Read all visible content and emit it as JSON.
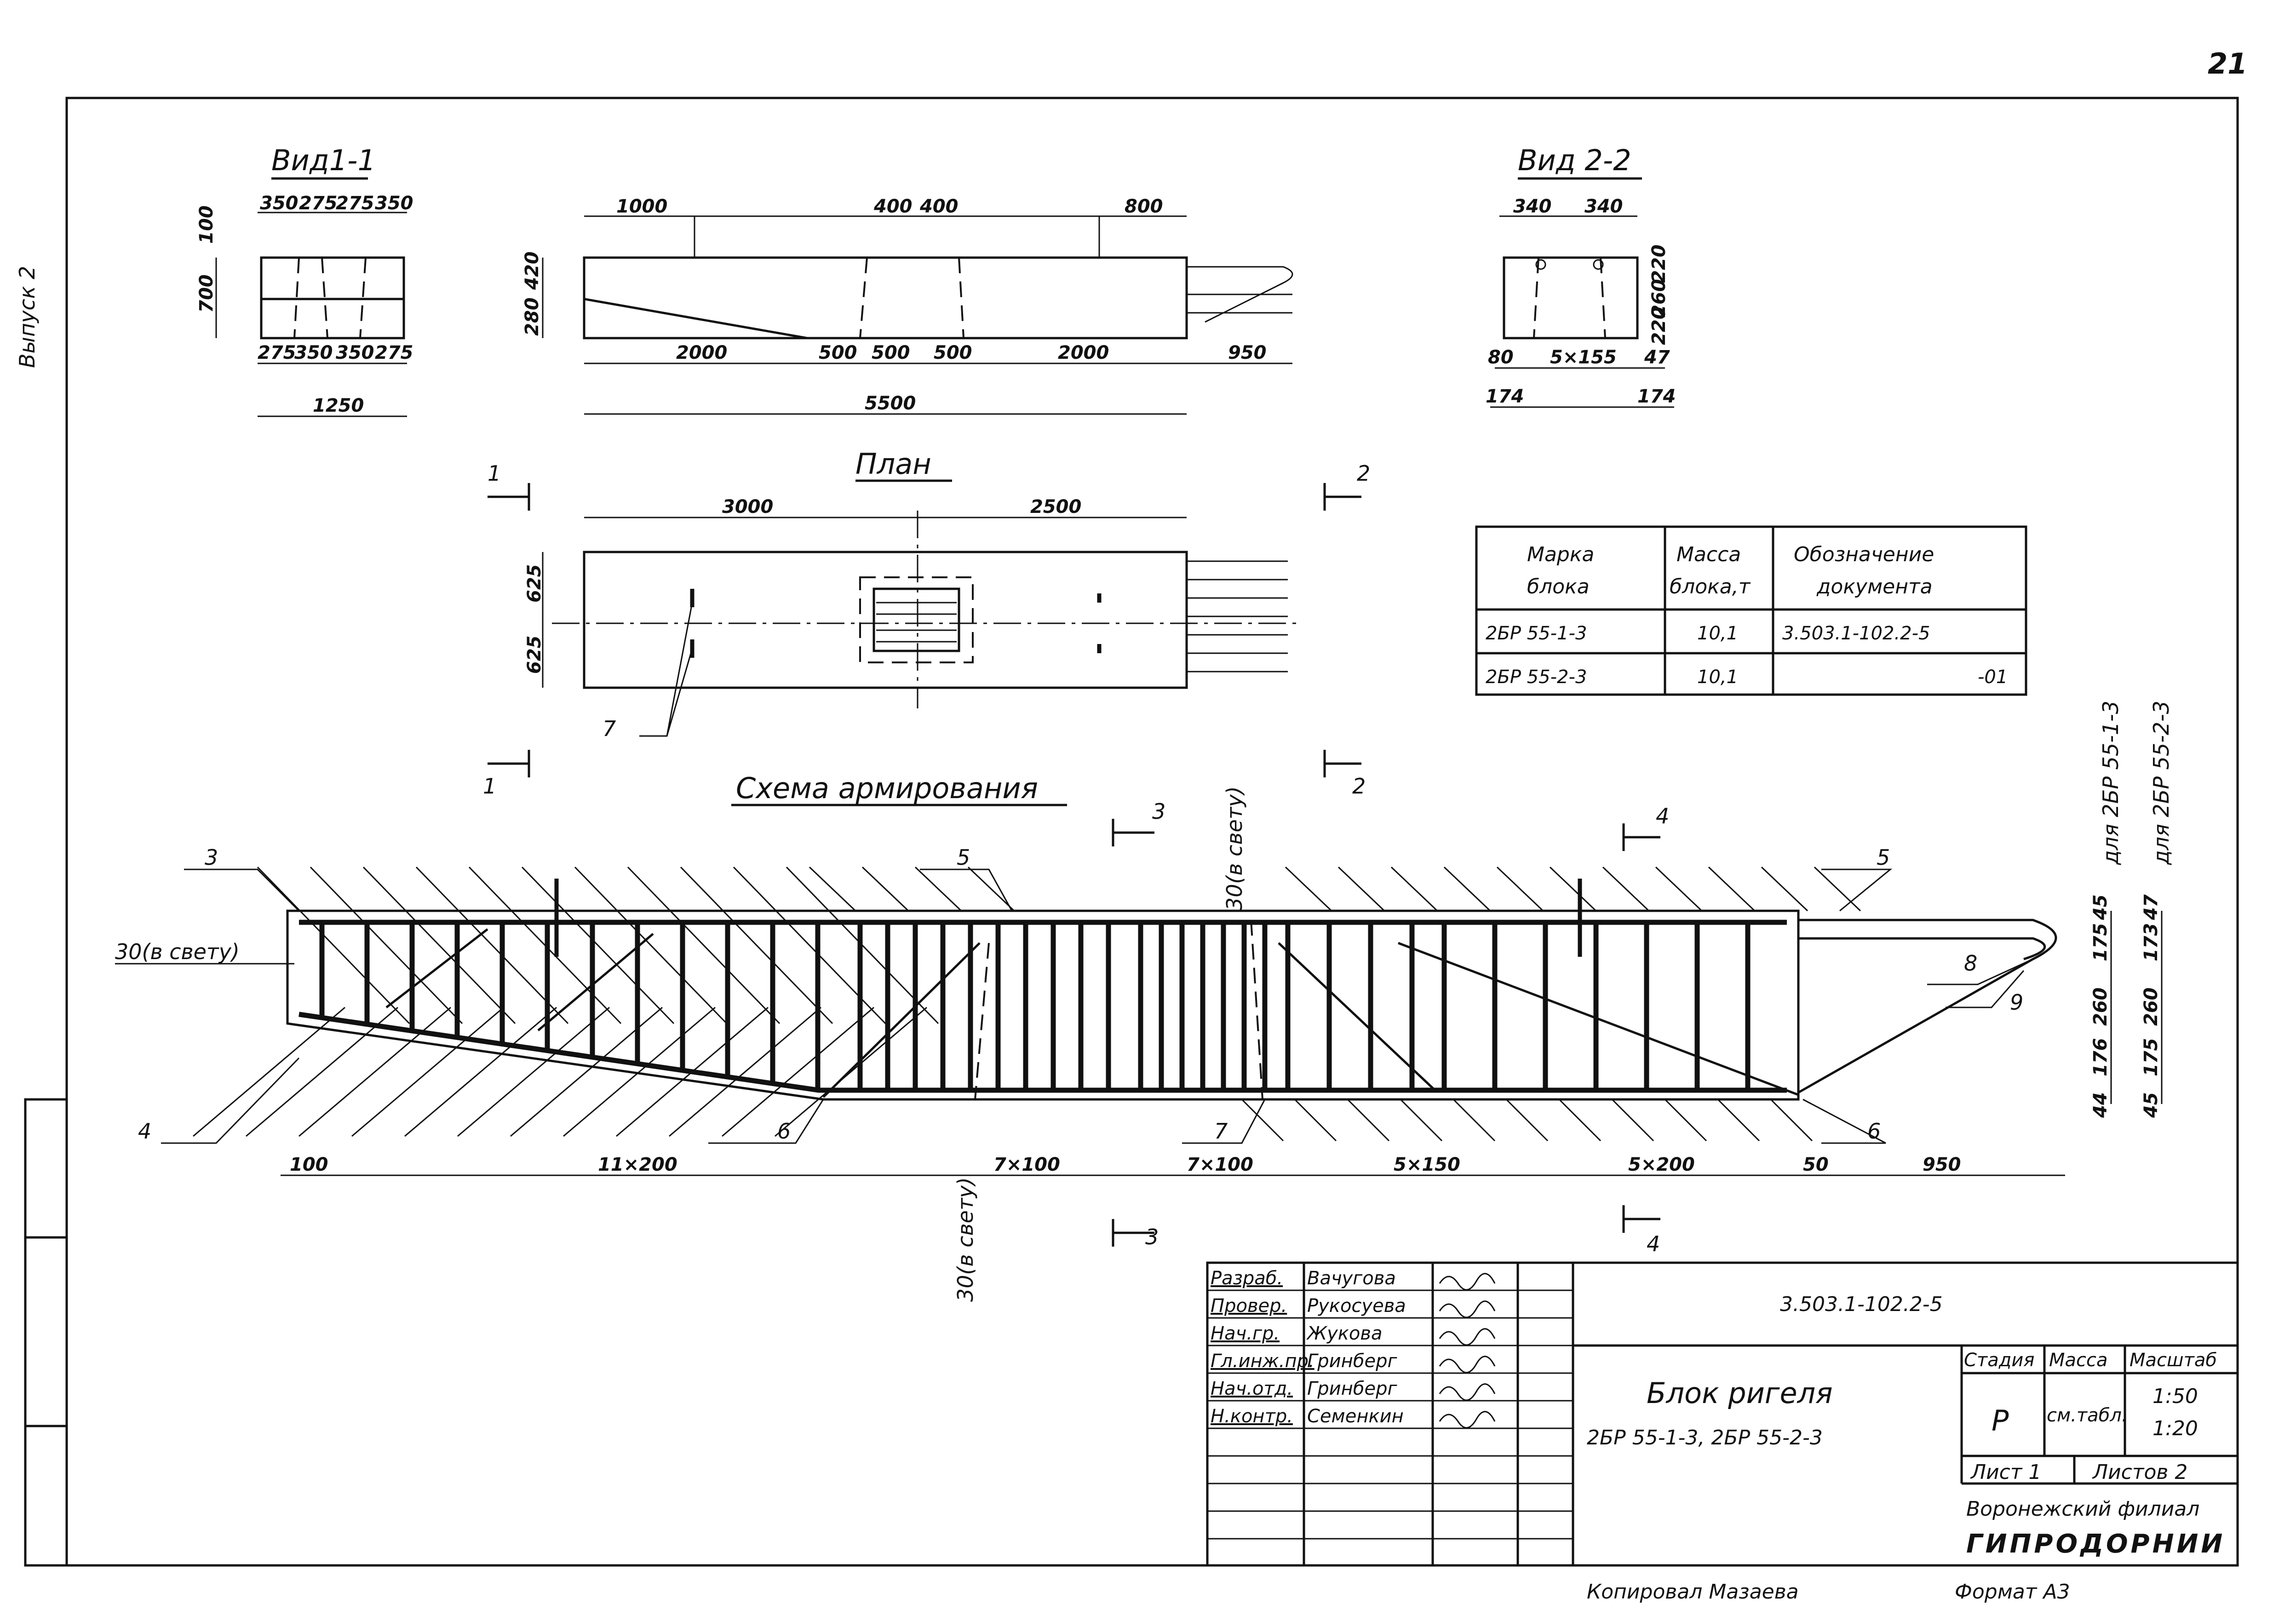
{
  "page_number": "21",
  "side_label": "Выпуск 2",
  "views": {
    "view11": {
      "title": "Вид1-1",
      "top_dims": [
        "350",
        "275",
        "275",
        "350"
      ],
      "left_dims": [
        "100",
        "700"
      ],
      "bottom_dims": [
        "275",
        "350",
        "350",
        "275"
      ],
      "total": "1250"
    },
    "elevation": {
      "top_dims": [
        "1000",
        "400",
        "400",
        "800"
      ],
      "left_dims": [
        "420",
        "280"
      ],
      "bottom_dims": [
        "2000",
        "500",
        "500",
        "500",
        "2000",
        "950"
      ],
      "total": "5500"
    },
    "view22": {
      "title": "Вид 2-2",
      "top_dims": [
        "340",
        "340"
      ],
      "right_dims": [
        "220",
        "260",
        "220"
      ],
      "bottom_dims": [
        "80",
        "5×155",
        "47"
      ],
      "bottom_dims2": [
        "174",
        "174"
      ]
    },
    "plan": {
      "title": "План",
      "top_dims": [
        "3000",
        "2500"
      ],
      "left_dims": [
        "625",
        "625"
      ],
      "callout": "7",
      "section_marks": [
        "1",
        "2",
        "1",
        "2"
      ]
    }
  },
  "block_table": {
    "headers": [
      [
        "Марка",
        "блока"
      ],
      [
        "Масса",
        "блока,т"
      ],
      [
        "Обозначение",
        "документа"
      ]
    ],
    "rows": [
      [
        "2БР 55-1-3",
        "10,1",
        "3.503.1-102.2-5"
      ],
      [
        "2БР 55-2-3",
        "10,1",
        "-01"
      ]
    ]
  },
  "reinforcement": {
    "title": "Схема армирования",
    "clear_cover": "30(в свету)",
    "callouts": [
      "3",
      "5",
      "5",
      "4",
      "6",
      "7",
      "6",
      "8",
      "9"
    ],
    "section_marks": [
      "3",
      "4",
      "3",
      "4"
    ],
    "bottom_dims": [
      "100",
      "11×200",
      "7×100",
      "7×100",
      "5×150",
      "5×200",
      "50",
      "950"
    ],
    "right_dims_a": [
      "45",
      "175",
      "260",
      "176",
      "44"
    ],
    "right_dims_b": [
      "47",
      "173",
      "260",
      "175",
      "45"
    ],
    "right_note_a": "для 2БР 55-1-3",
    "right_note_b": "для 2БР 55-2-3"
  },
  "title_block": {
    "roles": [
      "Разраб.",
      "Провер.",
      "Нач.гр.",
      "Гл.инж.пр.",
      "Нач.отд.",
      "Н.контр."
    ],
    "names": [
      "Вачугова",
      "Рукосуева",
      "Жукова",
      "Гринберг",
      "Гринберг",
      "Семенкин"
    ],
    "doc_code": "3.503.1-102.2-5",
    "name_line1": "Блок ригеля",
    "name_line2": "2БР 55-1-3, 2БР 55-2-3",
    "col_stage": "Стадия",
    "col_mass": "Масса",
    "col_scale": "Масштаб",
    "stage": "Р",
    "mass": "см.табл.",
    "scale1": "1:50",
    "scale2": "1:20",
    "sheet": "Лист 1",
    "sheets": "Листов 2",
    "org_line1": "Воронежский филиал",
    "org_line2": "ГИПРОДОРНИИ"
  },
  "footer": {
    "copied_by": "Копировал Мазаева",
    "format": "Формат А3"
  }
}
